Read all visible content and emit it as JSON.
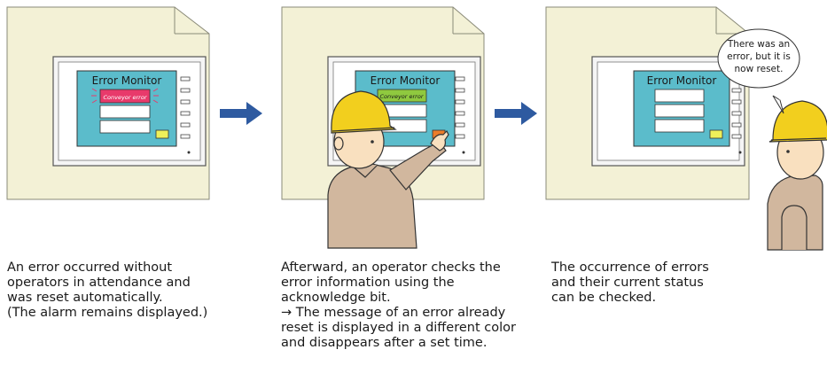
{
  "panel1": {
    "screen_title": "Error Monitor",
    "error_message": "Conveyor error",
    "caption": "An error occurred without\noperators in attendance and\nwas reset automatically.\n(The alarm remains displayed.)"
  },
  "panel2": {
    "screen_title": "Error Monitor",
    "error_message": "Conveyor error",
    "caption": "Afterward, an operator checks the\nerror information using the\nacknowledge bit.\n→ The message of an error already\nreset is displayed in a different color\nand disappears after a set time."
  },
  "panel3": {
    "screen_title": "Error Monitor",
    "speech_line1": "There was an",
    "speech_line2": "error, but it is",
    "speech_line3": "now reset.",
    "caption": "The occurrence of errors\nand their current status\ncan be checked."
  },
  "colors": {
    "cabinet": "#f3f1d6",
    "screen": "#5bbccb",
    "alarm_active": "#e83a6b",
    "alarm_reset": "#8fc93f",
    "arrow": "#2e5aa0",
    "helmet": "#f2cf1e",
    "skin": "#f9e0bf",
    "uniform": "#d1b79e"
  }
}
